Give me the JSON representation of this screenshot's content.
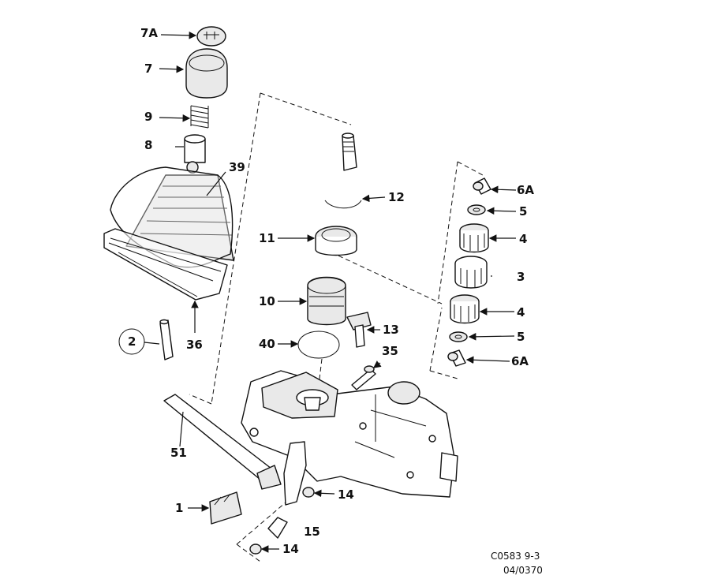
{
  "diagram": {
    "callouts": {
      "c7A": "7A",
      "c7": "7",
      "c9": "9",
      "c8": "8",
      "c39": "39",
      "c2": "2",
      "c36": "36",
      "c12": "12",
      "c11": "11",
      "c10": "10",
      "c13": "13",
      "c40": "40",
      "c35": "35",
      "c51": "51",
      "c1": "1",
      "c14a": "14",
      "c15": "15",
      "c14b": "14",
      "c6A_top": "6A",
      "c5_top": "5",
      "c4_top": "4",
      "c3": "3",
      "c4_bottom": "4",
      "c5_bottom": "5",
      "c6A_bottom": "6A"
    },
    "footer": {
      "code": "C0583 9-3",
      "date": "04/0370"
    }
  }
}
